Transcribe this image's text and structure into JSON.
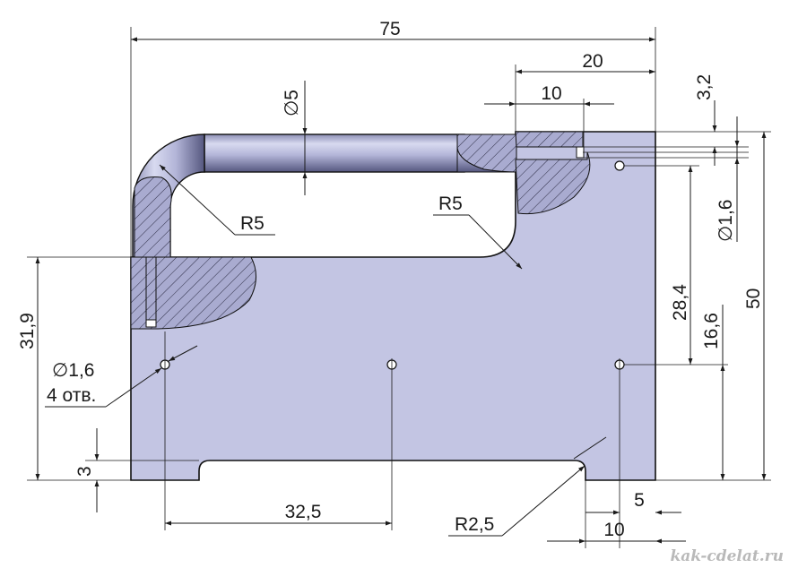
{
  "drawing": {
    "dimensions": {
      "overall_width": "75",
      "slot_width": "20",
      "slot_depth": "10",
      "slot_height": "3,2",
      "handle_diameter": "5",
      "bend_radius": "R5",
      "inner_radius": "R5",
      "hole_diameter_right": "1,6",
      "hole_diameter_left": "1,6",
      "hole_count": "4 отв.",
      "left_height": "31,9",
      "right_height_1": "28,4",
      "right_height_2": "16,6",
      "overall_height": "50",
      "bottom_step": "3",
      "hole_spacing": "32,5",
      "corner_radius": "R2,5",
      "edge_offset_5": "5",
      "edge_offset_10": "10"
    },
    "watermark": "kak-cdelat.ru",
    "colors": {
      "plate_fill": "#c3c5e3",
      "plate_stroke": "#111111",
      "section_fill": "#a9abd0",
      "hatch": "#2c2c44",
      "dimension_line": "#1a1a1a",
      "watermark": "#b9b9b9"
    }
  }
}
